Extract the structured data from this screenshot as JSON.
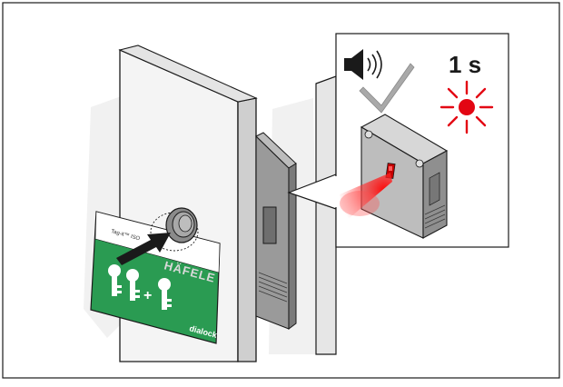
{
  "illustration": {
    "timer_label": "1 s",
    "brand_text": "HÄFELE",
    "card_small_text": "Tag-it™ ISO",
    "logo_text": "dialock",
    "plus_symbol": "+"
  },
  "icons": {
    "sound": "speaker-sound-icon",
    "confirm": "checkmark-icon",
    "led": "red-blink-burst-icon",
    "insert": "arrow-insert-icon",
    "keys": "key-icon"
  },
  "colors": {
    "green": "#2a9b52",
    "red": "#e30613",
    "check_gray": "#a9a9a9",
    "frame": "#1a1a1a"
  }
}
